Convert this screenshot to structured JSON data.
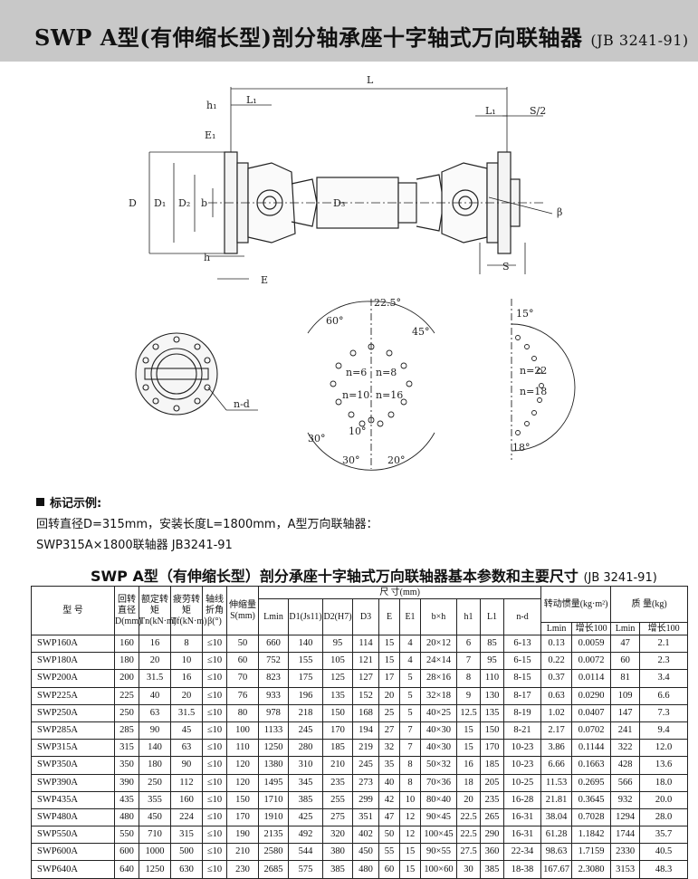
{
  "header": {
    "title_main": "SWP    A型(有伸缩长型)剖分轴承座十字轴式万向联轴器",
    "title_std": "(JB 3241-91)"
  },
  "drawing": {
    "labels": {
      "L": "L",
      "L1_top": "L₁",
      "L1_right": "L₁",
      "S2": "S/2",
      "h1": "h₁",
      "E1": "E₁",
      "D": "D",
      "D1": "D₁",
      "D2": "D₂",
      "b": "b",
      "D3": "D₃",
      "h": "h",
      "E": "E",
      "S": "S",
      "beta": "β",
      "nd": "n-d",
      "a225": "22.5°",
      "a60": "60°",
      "a45": "45°",
      "n6": "n=6",
      "n8": "n=8",
      "n10": "n=10",
      "n16": "n=16",
      "a30a": "30°",
      "a10": "10°",
      "a30b": "30°",
      "a20": "20°",
      "a15": "15°",
      "n22": "n=22",
      "n18": "n=18",
      "a18": "18°"
    }
  },
  "marking": {
    "heading": "标记示例:",
    "line1": "回转直径D=315mm，安装长度L=1800mm，A型万向联轴器：",
    "line2": "SWP315A×1800联轴器 JB3241-91"
  },
  "table": {
    "title_main": "SWP  A型（有伸缩长型）剖分承座十字轴式万向联轴器基本参数和主要尺寸",
    "title_std": "(JB 3241-91)",
    "headers": {
      "model": "型  号",
      "D": "回转直径D(mm)",
      "Tn": "额定转矩Tn(kN·m)",
      "Tf": "疲劳转矩Tf(kN·m)",
      "beta": "轴线折角β(°)",
      "S": "伸缩量S(mm)",
      "dims": "尺      寸(mm)",
      "Lmin": "Lmin",
      "D1": "D1(Js11)",
      "D2": "D2(H7)",
      "D3": "D3",
      "E": "E",
      "E1": "E1",
      "bxh": "b×h",
      "h1": "h1",
      "L1": "L1",
      "nd": "n-d",
      "inertia": "转动惯量(kg·m²)",
      "mass": "质  量(kg)",
      "inc100": "增长100"
    },
    "rows": [
      [
        "SWP160A",
        "160",
        "16",
        "8",
        "≤10",
        "50",
        "660",
        "140",
        "95",
        "114",
        "15",
        "4",
        "20×12",
        "6",
        "85",
        "6-13",
        "0.13",
        "0.0059",
        "47",
        "2.1"
      ],
      [
        "SWP180A",
        "180",
        "20",
        "10",
        "≤10",
        "60",
        "752",
        "155",
        "105",
        "121",
        "15",
        "4",
        "24×14",
        "7",
        "95",
        "6-15",
        "0.22",
        "0.0072",
        "60",
        "2.3"
      ],
      [
        "SWP200A",
        "200",
        "31.5",
        "16",
        "≤10",
        "70",
        "823",
        "175",
        "125",
        "127",
        "17",
        "5",
        "28×16",
        "8",
        "110",
        "8-15",
        "0.37",
        "0.0114",
        "81",
        "3.4"
      ],
      [
        "SWP225A",
        "225",
        "40",
        "20",
        "≤10",
        "76",
        "933",
        "196",
        "135",
        "152",
        "20",
        "5",
        "32×18",
        "9",
        "130",
        "8-17",
        "0.63",
        "0.0290",
        "109",
        "6.6"
      ],
      [
        "SWP250A",
        "250",
        "63",
        "31.5",
        "≤10",
        "80",
        "978",
        "218",
        "150",
        "168",
        "25",
        "5",
        "40×25",
        "12.5",
        "135",
        "8-19",
        "1.02",
        "0.0407",
        "147",
        "7.3"
      ],
      [
        "SWP285A",
        "285",
        "90",
        "45",
        "≤10",
        "100",
        "1133",
        "245",
        "170",
        "194",
        "27",
        "7",
        "40×30",
        "15",
        "150",
        "8-21",
        "2.17",
        "0.0702",
        "241",
        "9.4"
      ],
      [
        "SWP315A",
        "315",
        "140",
        "63",
        "≤10",
        "110",
        "1250",
        "280",
        "185",
        "219",
        "32",
        "7",
        "40×30",
        "15",
        "170",
        "10-23",
        "3.86",
        "0.1144",
        "322",
        "12.0"
      ],
      [
        "SWP350A",
        "350",
        "180",
        "90",
        "≤10",
        "120",
        "1380",
        "310",
        "210",
        "245",
        "35",
        "8",
        "50×32",
        "16",
        "185",
        "10-23",
        "6.66",
        "0.1663",
        "428",
        "13.6"
      ],
      [
        "SWP390A",
        "390",
        "250",
        "112",
        "≤10",
        "120",
        "1495",
        "345",
        "235",
        "273",
        "40",
        "8",
        "70×36",
        "18",
        "205",
        "10-25",
        "11.53",
        "0.2695",
        "566",
        "18.0"
      ],
      [
        "SWP435A",
        "435",
        "355",
        "160",
        "≤10",
        "150",
        "1710",
        "385",
        "255",
        "299",
        "42",
        "10",
        "80×40",
        "20",
        "235",
        "16-28",
        "21.81",
        "0.3645",
        "932",
        "20.0"
      ],
      [
        "SWP480A",
        "480",
        "450",
        "224",
        "≤10",
        "170",
        "1910",
        "425",
        "275",
        "351",
        "47",
        "12",
        "90×45",
        "22.5",
        "265",
        "16-31",
        "38.04",
        "0.7028",
        "1294",
        "28.0"
      ],
      [
        "SWP550A",
        "550",
        "710",
        "315",
        "≤10",
        "190",
        "2135",
        "492",
        "320",
        "402",
        "50",
        "12",
        "100×45",
        "22.5",
        "290",
        "16-31",
        "61.28",
        "1.1842",
        "1744",
        "35.7"
      ],
      [
        "SWP600A",
        "600",
        "1000",
        "500",
        "≤10",
        "210",
        "2580",
        "544",
        "380",
        "450",
        "55",
        "15",
        "90×55",
        "27.5",
        "360",
        "22-34",
        "98.63",
        "1.7159",
        "2330",
        "40.5"
      ],
      [
        "SWP640A",
        "640",
        "1250",
        "630",
        "≤10",
        "230",
        "2685",
        "575",
        "385",
        "480",
        "60",
        "15",
        "100×60",
        "30",
        "385",
        "18-38",
        "167.67",
        "2.3080",
        "3153",
        "48.3"
      ]
    ]
  }
}
